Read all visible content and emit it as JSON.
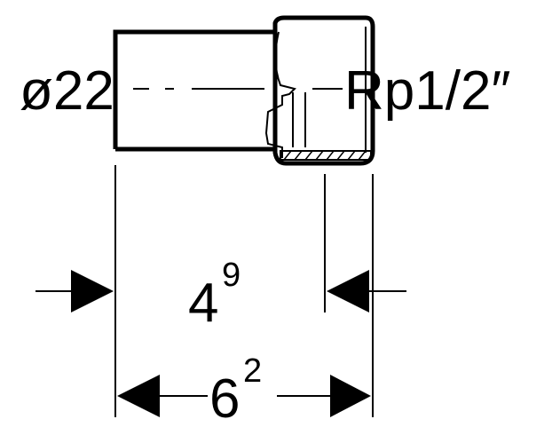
{
  "labels": {
    "left_diameter": "ø22",
    "right_thread": "Rp1/2″",
    "inner_length": "4",
    "inner_length_sup": "9",
    "overall_length": "6",
    "overall_length_sup": "2"
  }
}
